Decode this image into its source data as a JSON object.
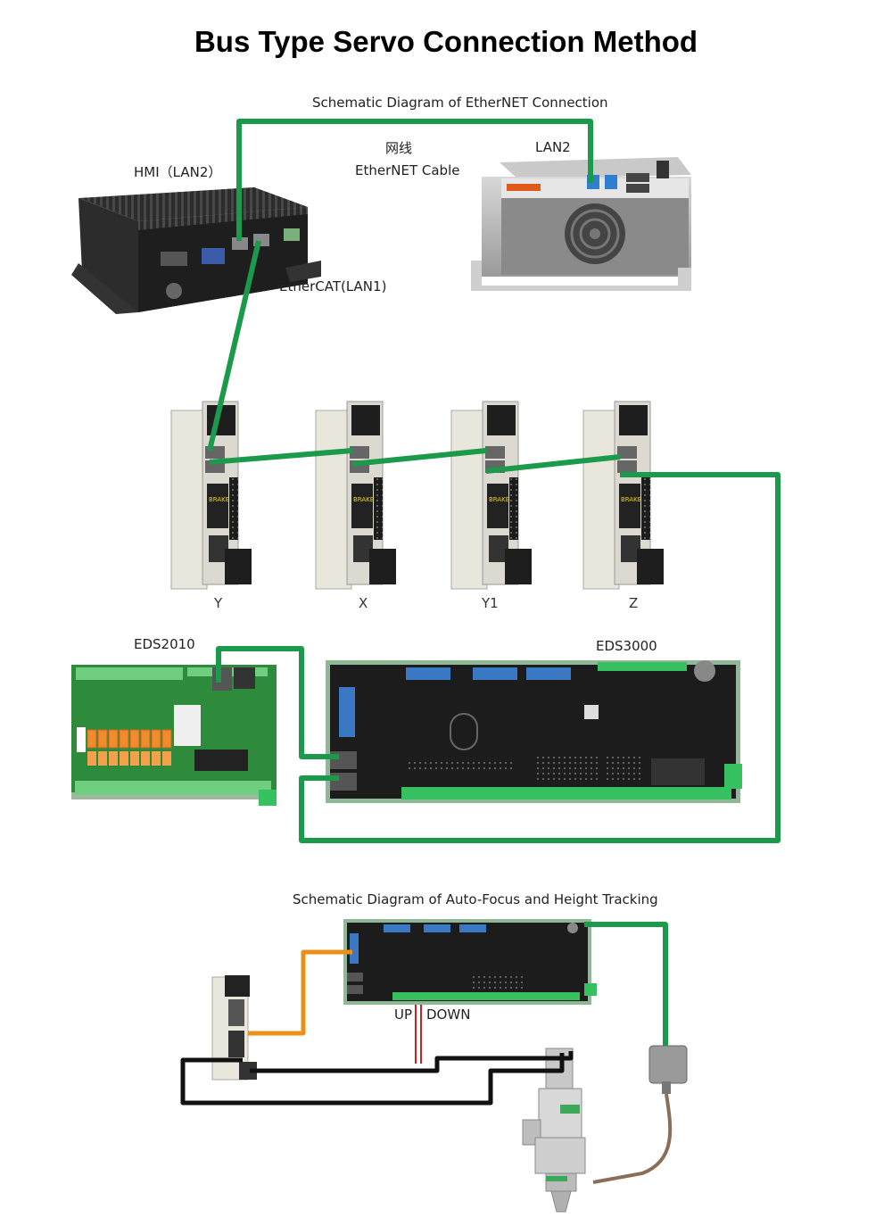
{
  "title": "Bus Type Servo Connection Method",
  "ethernet": {
    "heading": "Schematic Diagram of EtherNET Connection",
    "cable_cn": "网线",
    "cable_en": "EtherNET Cable",
    "hmi_label": "HMI（LAN2）",
    "lan2_label": "LAN2",
    "ethercat_label": "EtherCAT(LAN1)"
  },
  "servos": [
    {
      "label": "Y"
    },
    {
      "label": "X"
    },
    {
      "label": "Y1"
    },
    {
      "label": "Z"
    }
  ],
  "servo_tag": "BRAKE",
  "boards": {
    "eds2010": "EDS2010",
    "eds3000": "EDS3000"
  },
  "autofocus": {
    "heading": "Schematic Diagram of Auto-Focus and Height Tracking",
    "up": "UP",
    "down": "DOWN"
  },
  "colors": {
    "ethernet_cable": "#1a9a4a",
    "signal_cable": "#e8901a",
    "updown_cable": "#d02020",
    "motor_cable": "#111111",
    "board_green": "#2e8b3c",
    "board_black": "#1c1c1c",
    "servo_body": "#e9e7dc"
  }
}
